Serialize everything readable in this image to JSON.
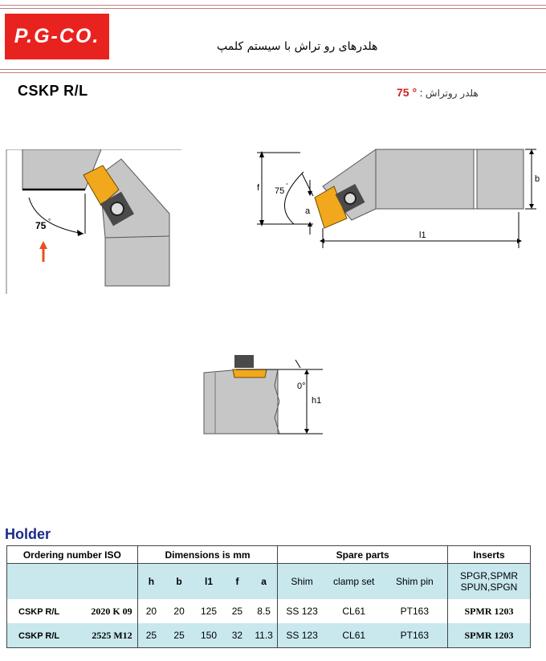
{
  "header": {
    "logo_text": "P.G-CO.",
    "title_fa": "هلدرهای رو تراش با سیستم کلمپ"
  },
  "model": "CSKP R/L",
  "approach": {
    "angle_value": "° 75",
    "separator": " : ",
    "label_fa": "هلدر روتراش"
  },
  "diagrams": {
    "left": {
      "angle_label": "75"
    },
    "right": {
      "angle_label": "75",
      "f_label": "f",
      "a_label": "a",
      "b_label": "b",
      "l1_label": "l1"
    },
    "bottom": {
      "angle_label": "0°",
      "h1_label": "h1"
    }
  },
  "holder_title": "Holder",
  "table": {
    "group_headers": {
      "ordering": "Ordering  number ISO",
      "dimensions": "Dimensions is mm",
      "spare": "Spare  parts",
      "inserts": "Inserts"
    },
    "sub_headers": {
      "h": "h",
      "b": "b",
      "l1": "l1",
      "f": "f",
      "a": "a",
      "shim": "Shim",
      "clamp": "clamp set",
      "pin": "Shim pin",
      "inserts_line1": "SPGR,SPMR",
      "inserts_line2": "SPUN,SPGN"
    },
    "rows": [
      {
        "model": "CSKP R/L",
        "code": "2020 K 09",
        "h": "20",
        "b": "20",
        "l1": "125",
        "f": "25",
        "a": "8.5",
        "shim": "SS 123",
        "clamp": "CL61",
        "pin": "PT163",
        "insert": "SPMR 1203"
      },
      {
        "model": "CSKP R/L",
        "code": "2525 M12",
        "h": "25",
        "b": "25",
        "l1": "150",
        "f": "32",
        "a": "11.3",
        "shim": "SS 123",
        "clamp": "CL61",
        "pin": "PT163",
        "insert": "SPMR  1203"
      }
    ]
  },
  "colors": {
    "logo_bg": "#e8231f",
    "insert": "#f2a81c",
    "steel": "#c6c6c6",
    "table_tint": "#c8e8ee",
    "holder_title": "#1a2a8a"
  }
}
